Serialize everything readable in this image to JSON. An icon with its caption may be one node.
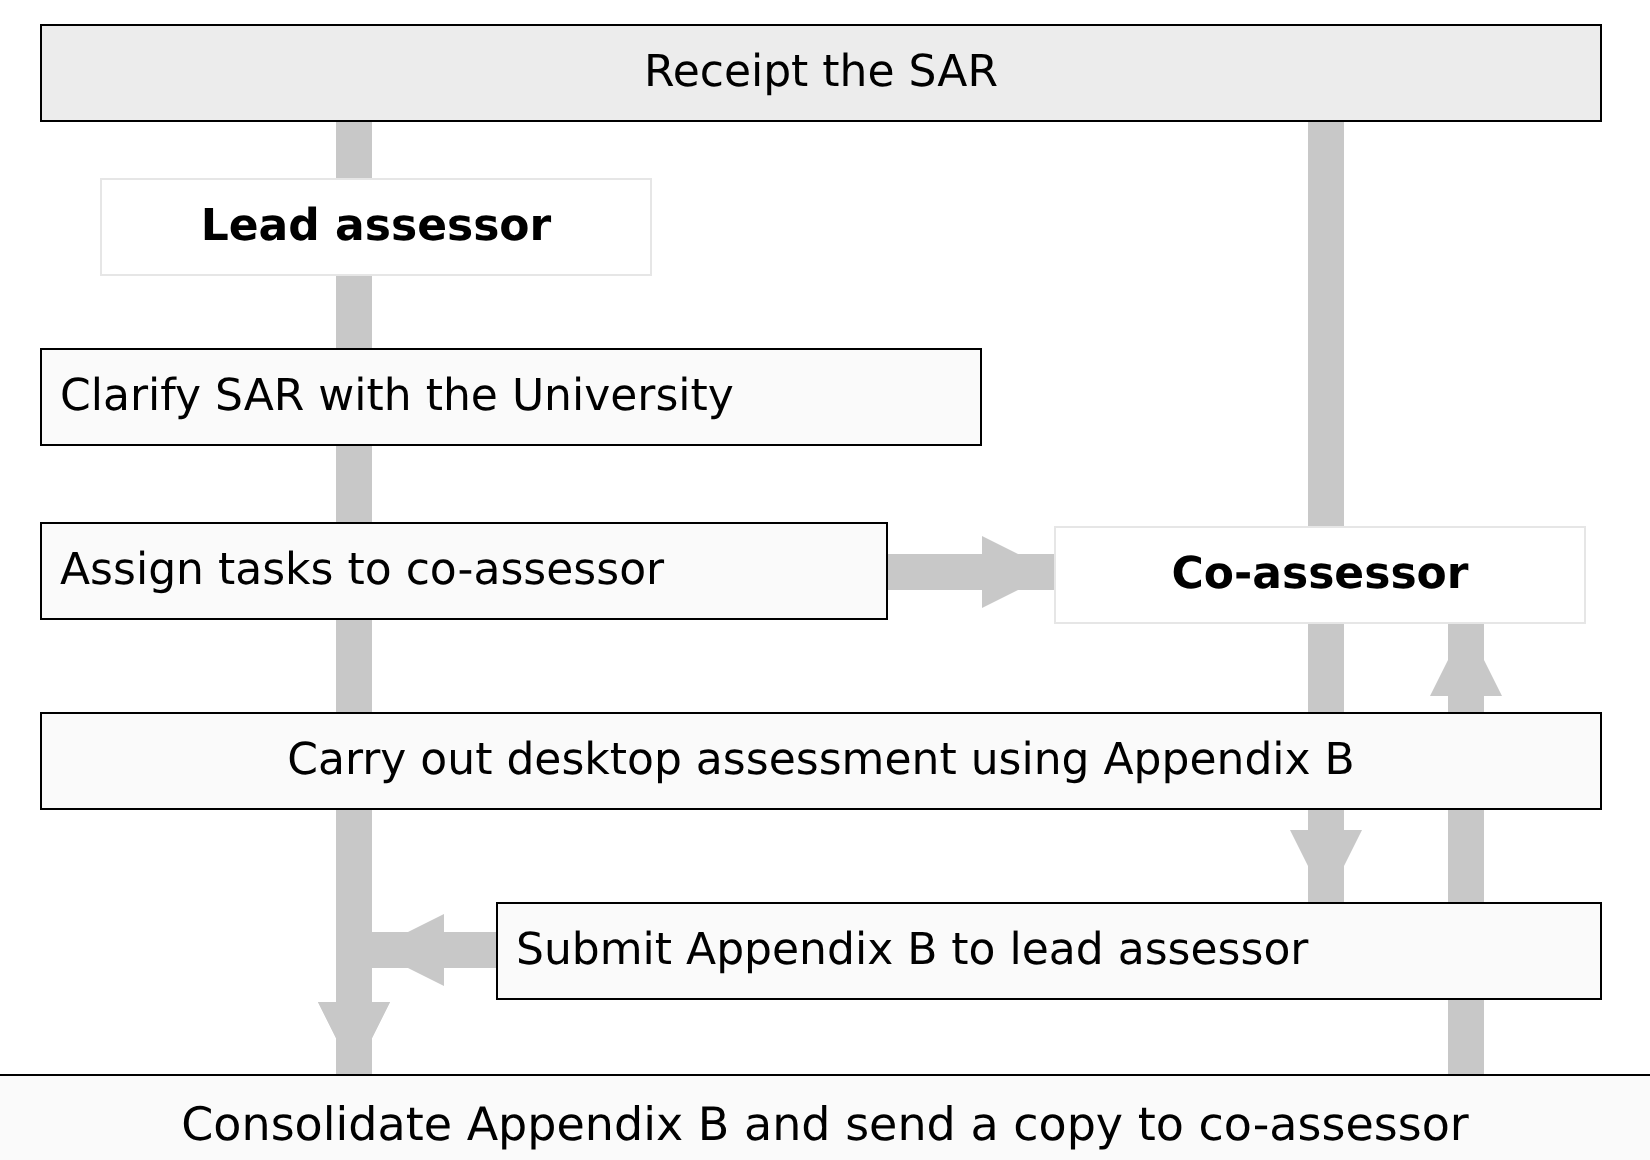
{
  "diagram": {
    "nodes": [
      {
        "text": [
          "Receipt the SAR"
        ]
      },
      {
        "text": [
          "Lead assessor"
        ]
      },
      {
        "text": [
          "Clarify SAR with the University"
        ]
      },
      {
        "text": [
          "Assign tasks to co-assessor"
        ]
      },
      {
        "text": [
          "Co-assessor"
        ]
      },
      {
        "text": [
          "Carry out desktop assessment using Appendix B"
        ]
      },
      {
        "text": [
          "Submit Appendix B to lead assessor"
        ]
      },
      {
        "text": [
          "Consolidate Appendix B and send a copy to co-assessor"
        ]
      }
    ],
    "edges": [
      {
        "from": 0,
        "to": 1,
        "arrow": "none"
      },
      {
        "from": 1,
        "to": 2,
        "arrow": "none"
      },
      {
        "from": 2,
        "to": 3,
        "arrow": "none"
      },
      {
        "from": 3,
        "to": 5,
        "arrow": "none"
      },
      {
        "from": 5,
        "to": 7,
        "arrow": "to"
      },
      {
        "from": 0,
        "to": 4,
        "arrow": "none"
      },
      {
        "from": 3,
        "to": 4,
        "arrow": "to"
      },
      {
        "from": 4,
        "to": 5,
        "arrow": "none"
      },
      {
        "from": 5,
        "to": 6,
        "arrow": "to"
      },
      {
        "from": 6,
        "to": 7,
        "arrow": "to"
      },
      {
        "from": 7,
        "to": 6,
        "arrow": "none"
      },
      {
        "from": 6,
        "to": 5,
        "arrow": "none"
      },
      {
        "from": 5,
        "to": 4,
        "arrow": "to"
      }
    ]
  }
}
